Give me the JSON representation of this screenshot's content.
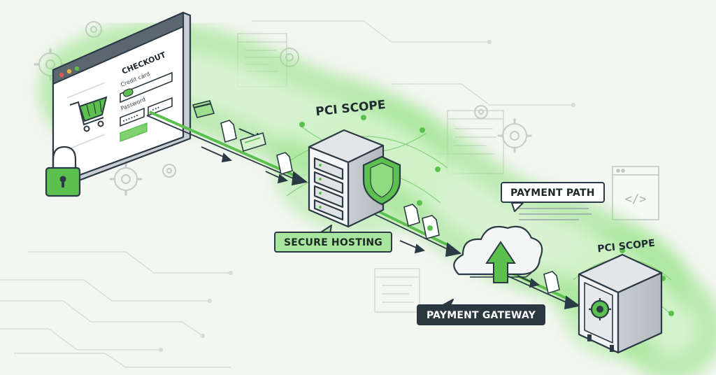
{
  "checkout": {
    "title": "CHECKOUT",
    "credit_card_label": "Credit card",
    "password_label": "Password",
    "password_value": "••••••",
    "cvv_value": "•••"
  },
  "zones": {
    "pci_scope_1": "PCI SCOPE",
    "pci_scope_2": "PCI SCOPE"
  },
  "labels": {
    "secure_hosting": "SECURE HOSTING",
    "payment_path": "PAYMENT PATH",
    "payment_gateway": "PAYMENT GATEWAY"
  },
  "code_icon": "</>",
  "icons": [
    "lock-icon",
    "cart-icon",
    "gear-icon",
    "credit-card-icon",
    "document-icon",
    "server-icon",
    "shield-icon",
    "cloud-icon",
    "upload-arrow-icon",
    "safe-icon",
    "browser-window-icon"
  ],
  "colors": {
    "accent_green": "#5cc04f",
    "light_green": "#a8e6a0",
    "dark_outline": "#2b3a44",
    "background": "#f3f6f1"
  }
}
